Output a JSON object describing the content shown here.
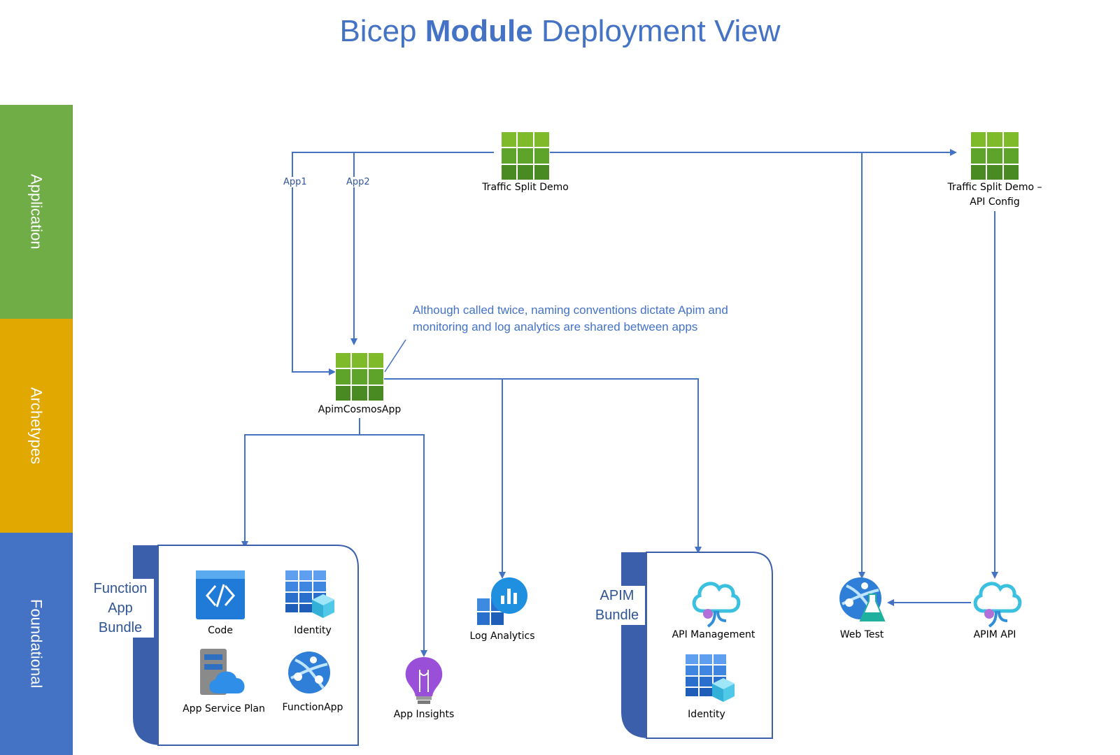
{
  "title": {
    "part1": "Bicep ",
    "part2": "Module",
    "part3": " Deployment View"
  },
  "lanes": {
    "application": {
      "label": "Application",
      "color": "#70ad47"
    },
    "archetypes": {
      "label": "Archetypes",
      "color": "#e0a800"
    },
    "foundational": {
      "label": "Foundational",
      "color": "#4472c4"
    }
  },
  "nodes": {
    "traffic_split_demo": "Traffic Split Demo",
    "traffic_split_api_config": [
      "Traffic Split Demo –",
      "API Config"
    ],
    "apim_cosmos_app": "ApimCosmosApp",
    "code": "Code",
    "identity_fn": "Identity",
    "app_service_plan": "App Service Plan",
    "function_app": "FunctionApp",
    "app_insights": "App Insights",
    "log_analytics": "Log Analytics",
    "api_management": "API Management",
    "identity_apim": "Identity",
    "web_test": "Web Test",
    "apim_api": "APIM API"
  },
  "edges": {
    "app1": "App1",
    "app2": "App2"
  },
  "note": [
    "Although called twice, naming conventions dictate Apim and",
    "monitoring and log analytics are shared between apps"
  ],
  "bundles": {
    "function_app_bundle": [
      "Function",
      "App",
      "Bundle"
    ],
    "apim_bundle": [
      "APIM",
      "Bundle"
    ]
  },
  "colors": {
    "connector": "#4472c4",
    "module_green": "#5ea32a",
    "bundle_blue": "#3b5fab"
  }
}
